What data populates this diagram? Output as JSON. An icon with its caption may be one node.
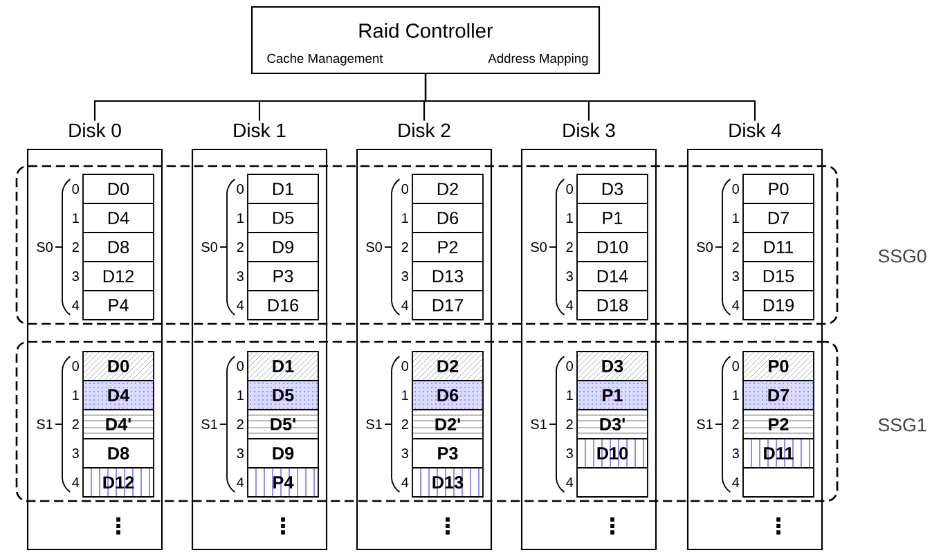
{
  "diagram": {
    "nodes": [
      {
        "text": [
          "Raid Controller",
          "Cache Management",
          "Address Mapping"
        ]
      },
      {
        "text": [
          "Disk 0"
        ]
      },
      {
        "text": [
          "Disk 1"
        ]
      },
      {
        "text": [
          "Disk 2"
        ]
      },
      {
        "text": [
          "Disk 3"
        ]
      },
      {
        "text": [
          "Disk 4"
        ]
      },
      {
        "text": [
          "SSG0"
        ]
      },
      {
        "text": [
          "SSG1"
        ]
      },
      {
        "text": [
          "D0"
        ]
      },
      {
        "text": [
          "D4"
        ]
      },
      {
        "text": [
          "D8"
        ]
      },
      {
        "text": [
          "D12"
        ]
      },
      {
        "text": [
          "P4"
        ]
      },
      {
        "text": [
          "D0"
        ]
      },
      {
        "text": [
          "D4"
        ]
      },
      {
        "text": [
          "D4'"
        ]
      },
      {
        "text": [
          "D8"
        ]
      },
      {
        "text": [
          "D12"
        ]
      },
      {
        "text": [
          "D1"
        ]
      },
      {
        "text": [
          "D5"
        ]
      },
      {
        "text": [
          "D9"
        ]
      },
      {
        "text": [
          "P3"
        ]
      },
      {
        "text": [
          "D16"
        ]
      },
      {
        "text": [
          "D1"
        ]
      },
      {
        "text": [
          "D5"
        ]
      },
      {
        "text": [
          "D5'"
        ]
      },
      {
        "text": [
          "D9"
        ]
      },
      {
        "text": [
          "P4"
        ]
      },
      {
        "text": [
          "D2"
        ]
      },
      {
        "text": [
          "D6"
        ]
      },
      {
        "text": [
          "P2"
        ]
      },
      {
        "text": [
          "D13"
        ]
      },
      {
        "text": [
          "D17"
        ]
      },
      {
        "text": [
          "D2"
        ]
      },
      {
        "text": [
          "D6"
        ]
      },
      {
        "text": [
          "D2'"
        ]
      },
      {
        "text": [
          "P3"
        ]
      },
      {
        "text": [
          "D13"
        ]
      },
      {
        "text": [
          "D3"
        ]
      },
      {
        "text": [
          "P1"
        ]
      },
      {
        "text": [
          "D10"
        ]
      },
      {
        "text": [
          "D14"
        ]
      },
      {
        "text": [
          "D18"
        ]
      },
      {
        "text": [
          "D3"
        ]
      },
      {
        "text": [
          "P1"
        ]
      },
      {
        "text": [
          "D3'"
        ]
      },
      {
        "text": [
          "D10"
        ]
      },
      {
        "text": [],
        "shape": "box"
      },
      {
        "text": [
          "P0"
        ]
      },
      {
        "text": [
          "D7"
        ]
      },
      {
        "text": [
          "D11"
        ]
      },
      {
        "text": [
          "D15"
        ]
      },
      {
        "text": [
          "D19"
        ]
      },
      {
        "text": [
          "P0"
        ]
      },
      {
        "text": [
          "D7"
        ]
      },
      {
        "text": [
          "P2"
        ]
      },
      {
        "text": [
          "D11"
        ]
      },
      {
        "text": [],
        "shape": "box"
      }
    ],
    "edges": [
      {
        "from": 0,
        "to": 1,
        "arrow": "none"
      },
      {
        "from": 0,
        "to": 2,
        "arrow": "none"
      },
      {
        "from": 0,
        "to": 3,
        "arrow": "none"
      },
      {
        "from": 0,
        "to": 4,
        "arrow": "none"
      },
      {
        "from": 0,
        "to": 5,
        "arrow": "none"
      }
    ],
    "labels": [
      "S0",
      "0",
      "1",
      "2",
      "3",
      "4",
      "S0",
      "0",
      "1",
      "2",
      "3",
      "4",
      "S0",
      "0",
      "1",
      "2",
      "3",
      "4",
      "S0",
      "0",
      "1",
      "2",
      "3",
      "4",
      "S0",
      "0",
      "1",
      "2",
      "3",
      "4",
      "S1",
      "0",
      "1",
      "2",
      "3",
      "4",
      "S1",
      "0",
      "1",
      "2",
      "3",
      "4",
      "S1",
      "0",
      "1",
      "2",
      "3",
      "4",
      "S1",
      "0",
      "1",
      "2",
      "3",
      "4",
      "S1",
      "0",
      "1",
      "2",
      "3",
      "4",
      "⋮",
      "⋮",
      "⋮",
      "⋮",
      "⋮"
    ]
  }
}
